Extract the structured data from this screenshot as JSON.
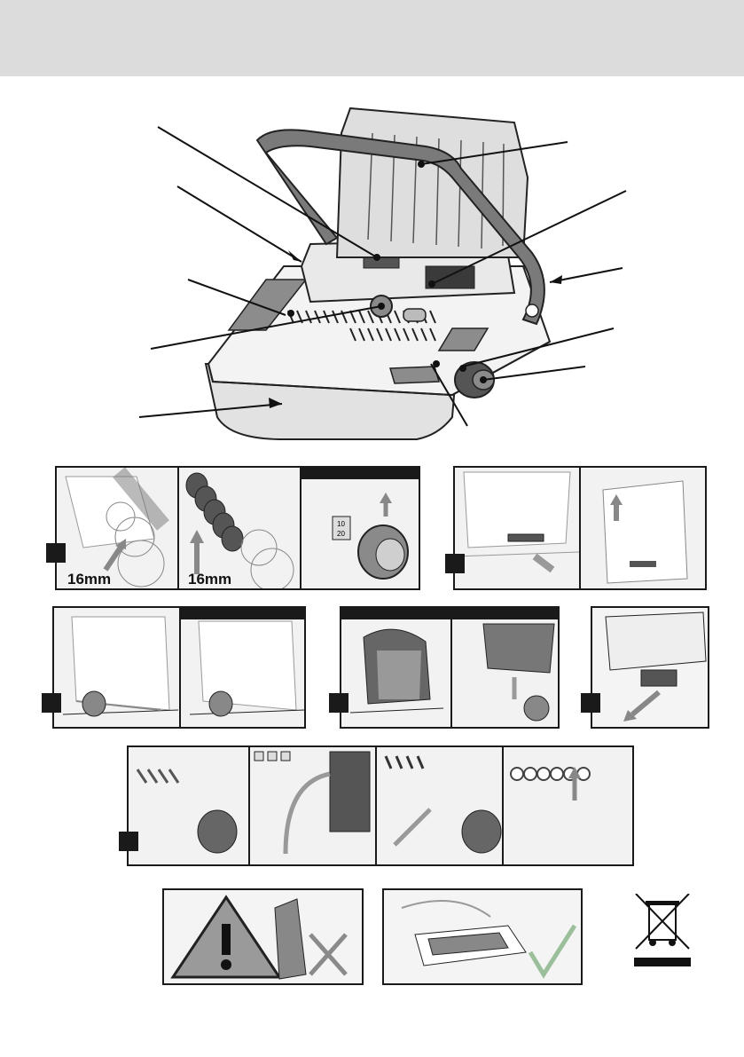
{
  "colors": {
    "header_band": "#dcdcdc",
    "frame": "#1a1a1a",
    "handle_grey": "#7a7a7a",
    "panel_bg": "#f2f2f2",
    "check_green": "#9bbf9b",
    "cross_grey": "#8a8a8a"
  },
  "panel1": {
    "label_left": "16mm",
    "label_mid": "16mm",
    "dial_marks": [
      "10",
      "20"
    ]
  },
  "icons": {
    "warning": "warning-triangle-icon",
    "check": "check-mark-icon",
    "cross": "cross-mark-icon",
    "weee": "crossed-out-wheelie-bin-icon"
  }
}
